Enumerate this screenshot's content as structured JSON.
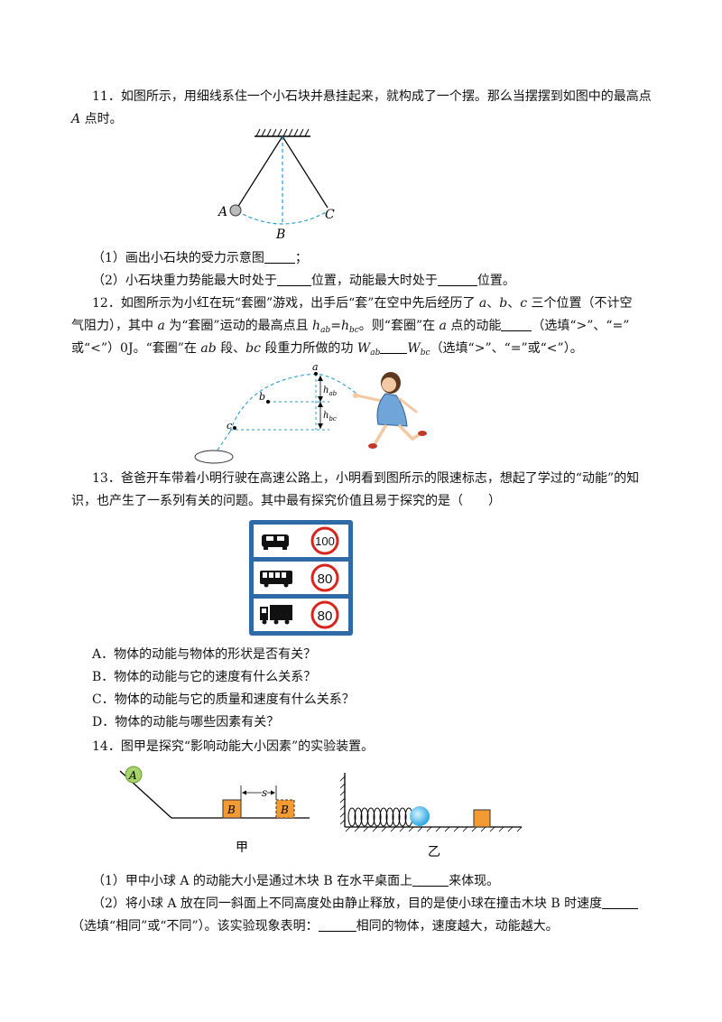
{
  "q11": {
    "stem_1": "11．如图所示，用细线系住一个小石块并悬挂起来，就构成了一个摆。那么当摆摆到如图中的最高点",
    "stem_2_a": "A",
    "stem_2_b": " 点时。",
    "fig_labels": {
      "a": "A",
      "b": "B",
      "c": "C"
    },
    "part1": "（1）画出小石块的受力示意图",
    "part1_end": "；",
    "part2_a": "（2）小石块重力势能最大时处于",
    "part2_b": "位置，动能最大时处于",
    "part2_c": "位置。"
  },
  "q12": {
    "l1_a": "12．如图所示为小红在玩“套圈”游戏，出手后“套”在空中先后经历了 ",
    "l1_v1": "a",
    "l1_b": "、",
    "l1_v2": "b",
    "l1_c": "、",
    "l1_v3": "c",
    "l1_d": " 三个位置（不计空",
    "l2_a": "气阻力），其中 ",
    "l2_v": "a",
    "l2_b": " 为“套圈”运动的最高点且 ",
    "h": "h",
    "ab": "ab",
    "eq": "=",
    "bc": "bc",
    "l2_c": "。则“套圈”在 ",
    "l2_v2": "a",
    "l2_d": " 点的动能",
    "l2_e": "（选填“>”、“=”",
    "l3_a": "或“<”）0J。“套圈”在 ",
    "l3_ab": "ab",
    "l3_b": " 段、",
    "l3_bc": "bc",
    "l3_c": " 段重力所做的功 ",
    "W": "W",
    "l3_d": "（选填“>”、“=”或“<”）。",
    "fig_labels": {
      "a": "a",
      "b": "b",
      "c": "c",
      "h": "h",
      "hab": "ab",
      "hbc": "bc"
    }
  },
  "q13": {
    "l1": "13．爸爸开车带着小明行驶在高速公路上，小明看到图所示的限速标志，想起了学过的“动能”的知",
    "l2": "识，也产生了一系列有关的问题。其中最有探究价值且易于探究的是（　　）",
    "signs": [
      "100",
      "80",
      "80"
    ],
    "colors": {
      "sign_bg": "#2e6aa6",
      "ring": "#d7261e"
    },
    "options": [
      "A．物体的动能与物体的形状是否有关？",
      "B．物体的动能与它的速度有什么关系？",
      "C．物体的动能与它的质量和速度有什么关系？",
      "D．物体的动能与哪些因素有关？"
    ]
  },
  "q14": {
    "stem": "14．图甲是探究“影响动能大小因素”的实验装置。",
    "fig_labels": {
      "a": "A",
      "b1": "B",
      "b2": "B",
      "s": "s",
      "jia": "甲",
      "yi": "乙"
    },
    "p1_a": "（1）甲中小球 A 的动能大小是通过木块 B 在水平桌面上",
    "p1_b": "来体现。",
    "p2_a": "（2）将小球 A 放在同一斜面上不同高度处由静止释放，目的是使小球在撞击木块 B 时速度",
    "p2_b": "（选填“相同”或“不同”）。该实验现象表明：",
    "p2_c": "相同的物体，速度越大，动能越大。"
  }
}
